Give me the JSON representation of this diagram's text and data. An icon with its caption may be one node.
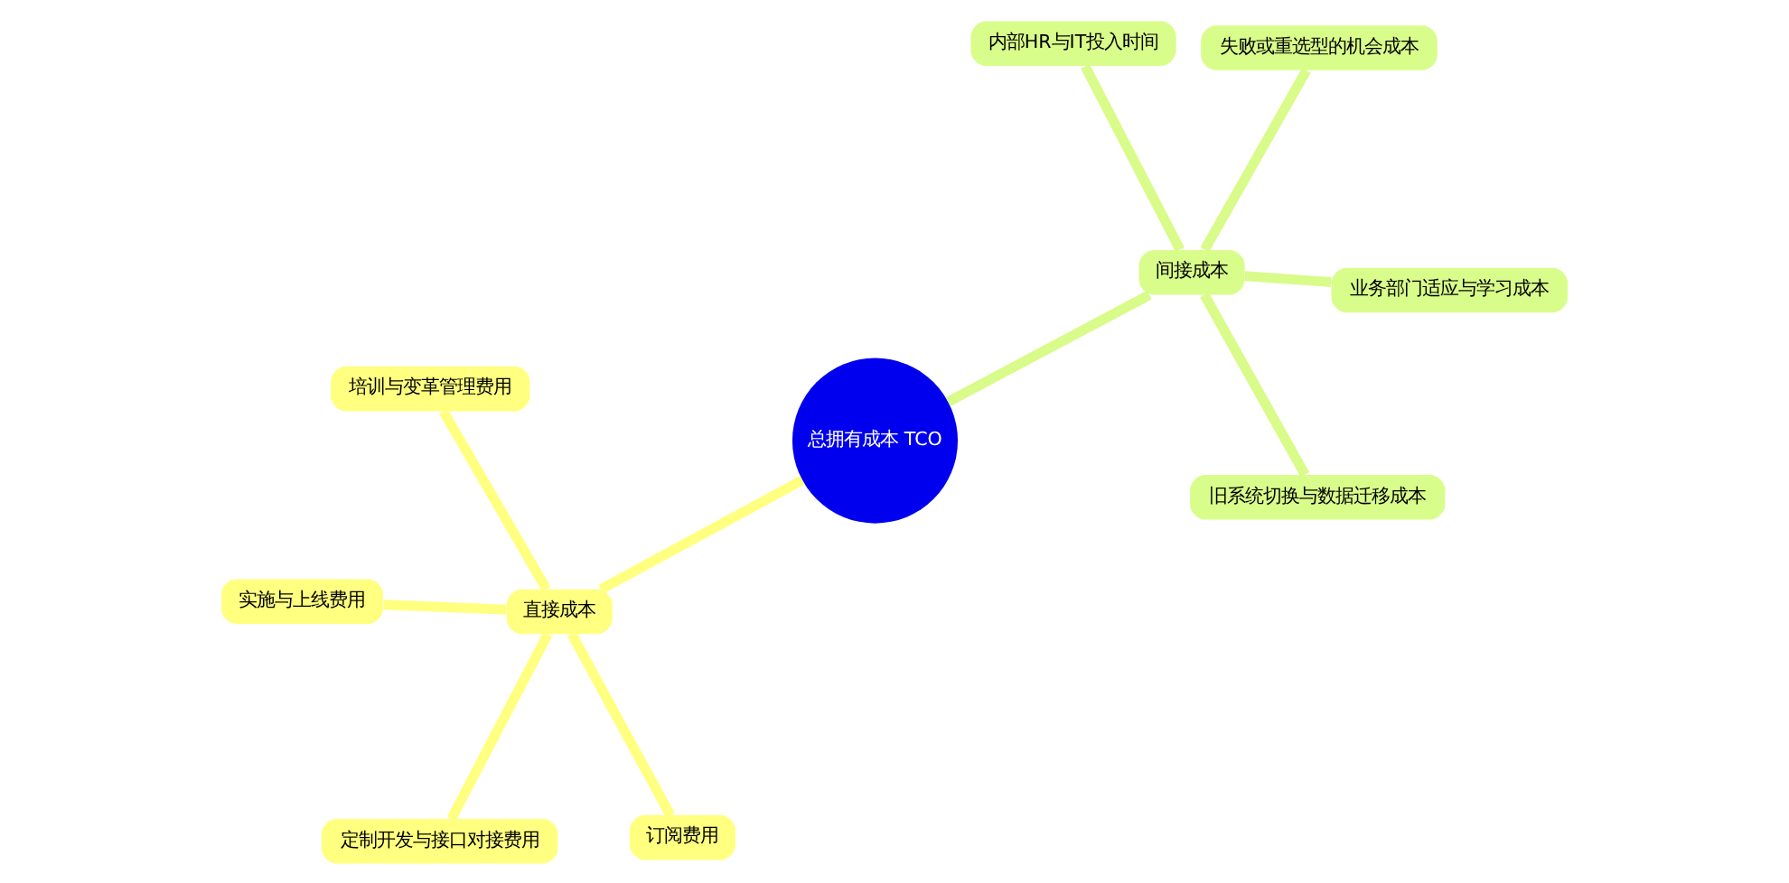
{
  "diagram": {
    "nodes": [
      {
        "text": [
          "总拥有成本 TCO"
        ]
      },
      {
        "text": [
          "间接成本"
        ]
      },
      {
        "text": [
          "内部HR与IT投入时间"
        ]
      },
      {
        "text": [
          "业务部门适应与学习成本"
        ]
      },
      {
        "text": [
          "旧系统切换与数据迁移成本"
        ]
      },
      {
        "text": [
          "失败或重选型的机会成本"
        ]
      },
      {
        "text": [
          "直接成本"
        ]
      },
      {
        "text": [
          "定制开发与接口对接费用"
        ]
      },
      {
        "text": [
          "订阅费用"
        ]
      },
      {
        "text": [
          "培训与变革管理费用"
        ]
      },
      {
        "text": [
          "实施与上线费用"
        ]
      }
    ],
    "edges": [
      {
        "from": 0,
        "to": 1,
        "arrow": "none",
        "color": "#d9fb8a"
      },
      {
        "from": 1,
        "to": 2,
        "arrow": "none",
        "color": "#d9fb8a"
      },
      {
        "from": 1,
        "to": 3,
        "arrow": "none",
        "color": "#d9fb8a"
      },
      {
        "from": 1,
        "to": 4,
        "arrow": "none",
        "color": "#d9fb8a"
      },
      {
        "from": 1,
        "to": 5,
        "arrow": "none",
        "color": "#d9fb8a"
      },
      {
        "from": 0,
        "to": 6,
        "arrow": "none",
        "color": "#ffff80"
      },
      {
        "from": 6,
        "to": 7,
        "arrow": "none",
        "color": "#ffff80"
      },
      {
        "from": 6,
        "to": 8,
        "arrow": "none",
        "color": "#ffff80"
      },
      {
        "from": 6,
        "to": 9,
        "arrow": "none",
        "color": "#ffff80"
      },
      {
        "from": 6,
        "to": 10,
        "arrow": "none",
        "color": "#ffff80"
      }
    ]
  }
}
